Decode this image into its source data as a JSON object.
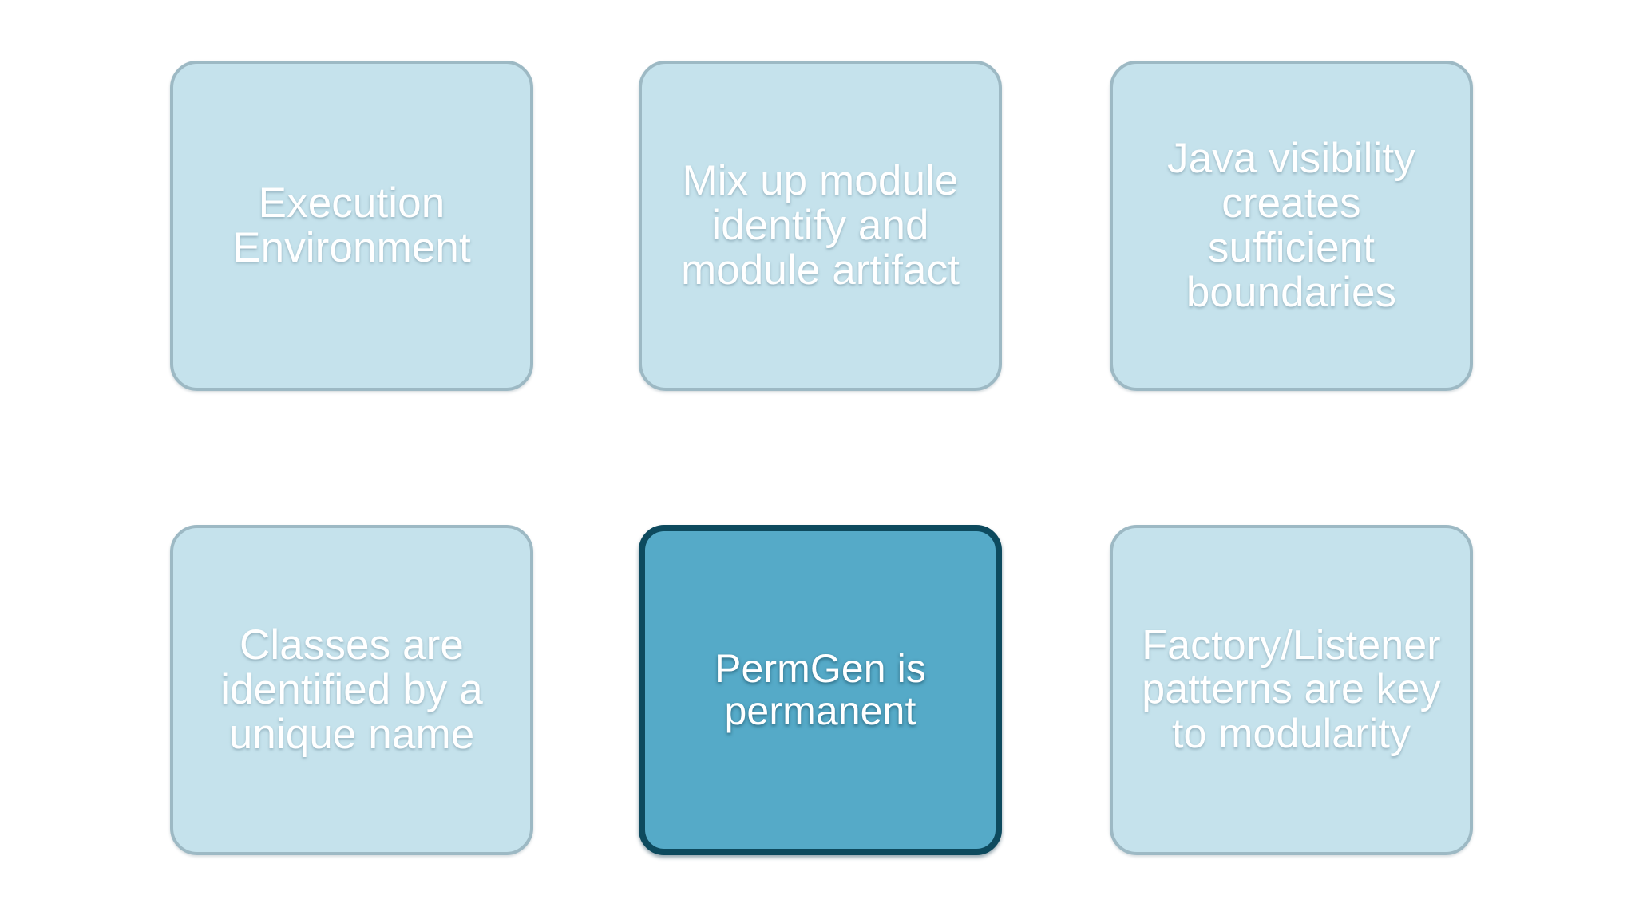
{
  "slide": {
    "background_color": "#ffffff",
    "layout": "3x2-tile-grid",
    "tile_count": 6
  },
  "theme": {
    "tile_fill": "#c5e2ec",
    "tile_border": "#9db9c4",
    "tile_text": "#ffffff",
    "highlight_fill": "#55aac8",
    "highlight_border": "#0d4a5e"
  },
  "tiles": [
    {
      "id": "execution-environment",
      "label": "Execution\nEnvironment",
      "row": 1,
      "column": 1,
      "highlighted": false,
      "fill": "#c5e2ec",
      "border": "#9db9c4"
    },
    {
      "id": "mix-up-module",
      "label": "Mix up module\nidentify and\nmodule artifact",
      "row": 1,
      "column": 2,
      "highlighted": false,
      "fill": "#c5e2ec",
      "border": "#9db9c4"
    },
    {
      "id": "java-visibility",
      "label": "Java visibility\ncreates\nsufficient\nboundaries",
      "row": 1,
      "column": 3,
      "highlighted": false,
      "fill": "#c5e2ec",
      "border": "#9db9c4"
    },
    {
      "id": "classes-unique-name",
      "label": "Classes are\nidentified by a\nunique name",
      "row": 2,
      "column": 1,
      "highlighted": false,
      "fill": "#c5e2ec",
      "border": "#9db9c4"
    },
    {
      "id": "permgen-is-permanent",
      "label": "PermGen is\npermanent",
      "row": 2,
      "column": 2,
      "highlighted": true,
      "fill": "#55aac8",
      "border": "#0d4a5e"
    },
    {
      "id": "factory-listener-patterns",
      "label": "Factory/Listener\npatterns are key\nto modularity",
      "row": 2,
      "column": 3,
      "highlighted": false,
      "fill": "#c5e2ec",
      "border": "#9db9c4"
    }
  ]
}
